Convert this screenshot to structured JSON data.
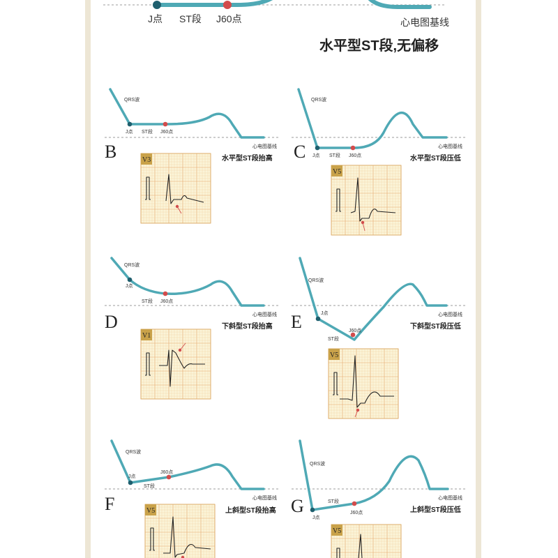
{
  "header": {
    "j_label": "J点",
    "st_label": "ST段",
    "j60_label": "J60点",
    "baseline_label": "心电图基线",
    "title": "水平型ST段,无偏移"
  },
  "common": {
    "qrs": "QRS波",
    "j": "J点",
    "st": "ST段",
    "j60": "J60点",
    "baseline": "心电图基线"
  },
  "panels": [
    {
      "letter": "B",
      "title": "水平型ST段抬高",
      "lead": "V3"
    },
    {
      "letter": "C",
      "title": "水平型ST段压低",
      "lead": "V5"
    },
    {
      "letter": "D",
      "title": "下斜型ST段抬高",
      "lead": "V1"
    },
    {
      "letter": "E",
      "title": "下斜型ST段压低",
      "lead": "V5"
    },
    {
      "letter": "F",
      "title": "上斜型ST段抬高",
      "lead": "V5"
    },
    {
      "letter": "G",
      "title": "上斜型ST段压低",
      "lead": "V5"
    }
  ],
  "colors": {
    "wave": "#4fa9b5",
    "j_point": "#1f5f6e",
    "j60_point": "#d24c4c",
    "ecg_paper": "#fbf4d8",
    "frame": "#ede6d5"
  }
}
